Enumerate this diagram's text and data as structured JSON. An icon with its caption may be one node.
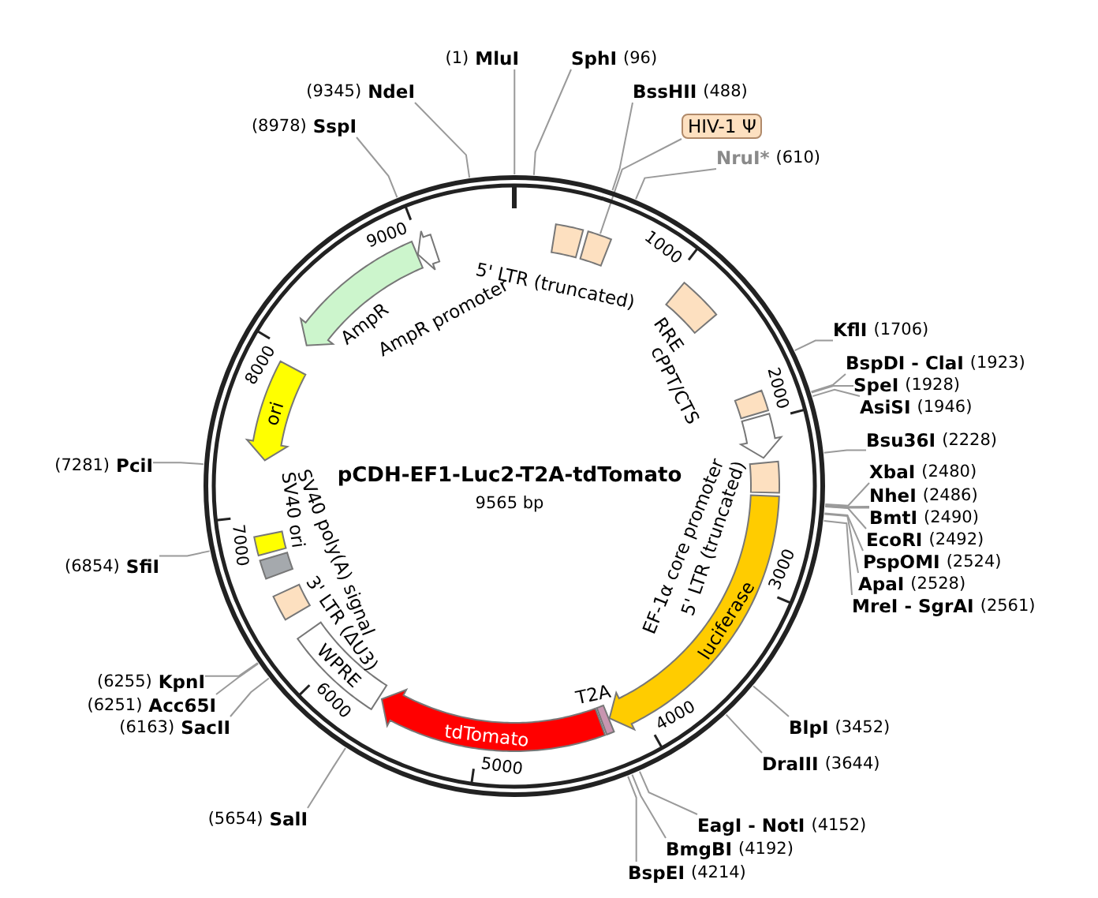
{
  "diagram": {
    "title": "pCDH-EF1-Luc2-T2A-tdTomato",
    "nodes": [
      {
        "text": [],
        "shape": "circle"
      },
      {
        "text": [
          "MluI"
        ],
        "beside": [
          "(1)"
        ]
      },
      {
        "text": [
          "NdeI"
        ],
        "beside": [
          "(9345)"
        ]
      },
      {
        "text": [
          "SspI"
        ],
        "beside": [
          "(8978)"
        ]
      },
      {
        "text": [
          "SphI"
        ],
        "beside": [
          "(96)"
        ]
      },
      {
        "text": [
          "BssHII"
        ],
        "beside": [
          "(488)"
        ]
      },
      {
        "text": [
          "HIV-1 Ψ"
        ]
      },
      {
        "text": [
          "NruI*"
        ],
        "beside": [
          "(610)"
        ]
      },
      {
        "text": [
          "KflI"
        ],
        "beside": [
          "(1706)"
        ]
      },
      {
        "text": [
          "BspDI - ClaI"
        ],
        "beside": [
          "(1923)"
        ]
      },
      {
        "text": [
          "SpeI"
        ],
        "beside": [
          "(1928)"
        ]
      },
      {
        "text": [
          "AsiSI"
        ],
        "beside": [
          "(1946)"
        ]
      },
      {
        "text": [
          "Bsu36I"
        ],
        "beside": [
          "(2228)"
        ]
      },
      {
        "text": [
          "XbaI"
        ],
        "beside": [
          "(2480)"
        ]
      },
      {
        "text": [
          "NheI"
        ],
        "beside": [
          "(2486)"
        ]
      },
      {
        "text": [
          "BmtI"
        ],
        "beside": [
          "(2490)"
        ]
      },
      {
        "text": [
          "EcoRI"
        ],
        "beside": [
          "(2492)"
        ]
      },
      {
        "text": [
          "PspOMI"
        ],
        "beside": [
          "(2524)"
        ]
      },
      {
        "text": [
          "ApaI"
        ],
        "beside": [
          "(2528)"
        ]
      },
      {
        "text": [
          "MreI - SgrAI"
        ],
        "beside": [
          "(2561)"
        ]
      },
      {
        "text": [
          "BlpI"
        ],
        "beside": [
          "(3452)"
        ]
      },
      {
        "text": [
          "DraIII"
        ],
        "beside": [
          "(3644)"
        ]
      },
      {
        "text": [
          "EagI - NotI"
        ],
        "beside": [
          "(4152)"
        ]
      },
      {
        "text": [
          "BmgBI"
        ],
        "beside": [
          "(4192)"
        ]
      },
      {
        "text": [
          "BspEI"
        ],
        "beside": [
          "(4214)"
        ]
      },
      {
        "text": [
          "SalI"
        ],
        "beside": [
          "(5654)"
        ]
      },
      {
        "text": [
          "SacII"
        ],
        "beside": [
          "(6163)"
        ]
      },
      {
        "text": [
          "Acc65I"
        ],
        "beside": [
          "(6251)"
        ]
      },
      {
        "text": [
          "KpnI"
        ],
        "beside": [
          "(6255)"
        ]
      },
      {
        "text": [
          "SfiI"
        ],
        "beside": [
          "(6854)"
        ]
      },
      {
        "text": [
          "PciI"
        ],
        "beside": [
          "(7281)"
        ]
      },
      {
        "text": [
          "5' LTR (truncated)"
        ],
        "in": 0
      },
      {
        "text": [],
        "shape": "box",
        "in": 0
      },
      {
        "text": [
          "RRE"
        ],
        "in": 0
      },
      {
        "text": [
          "cPPT/CTS"
        ],
        "in": 0
      },
      {
        "text": [
          "EF-1α core promoter"
        ],
        "in": 0
      },
      {
        "text": [
          "5' LTR (truncated)"
        ],
        "in": 0
      },
      {
        "text": [
          "luciferase"
        ],
        "in": 0
      },
      {
        "text": [
          "T2A"
        ],
        "in": 0
      },
      {
        "text": [
          "tdTomato"
        ],
        "in": 0
      },
      {
        "text": [
          "WPRE"
        ],
        "in": 0
      },
      {
        "text": [
          "3' LTR (ΔU3)"
        ],
        "in": 0
      },
      {
        "text": [
          "SV40 poly(A) signal"
        ],
        "in": 0
      },
      {
        "text": [
          "SV40 ori"
        ],
        "in": 0
      },
      {
        "text": [
          "ori"
        ],
        "in": 0
      },
      {
        "text": [
          "AmpR"
        ],
        "in": 0
      },
      {
        "text": [
          "AmpR promoter"
        ],
        "in": 0
      }
    ],
    "edges": [
      {
        "from": 1,
        "to": 0,
        "arrow": "none"
      },
      {
        "from": 2,
        "to": 0,
        "arrow": "none"
      },
      {
        "from": 3,
        "to": 0,
        "arrow": "none"
      },
      {
        "from": 4,
        "to": 0,
        "arrow": "none"
      },
      {
        "from": 5,
        "to": 0,
        "arrow": "none"
      },
      {
        "from": 6,
        "to": 32,
        "arrow": "none"
      },
      {
        "from": 7,
        "to": 0,
        "arrow": "none"
      },
      {
        "from": 8,
        "to": 0,
        "arrow": "none"
      },
      {
        "from": 9,
        "to": 0,
        "arrow": "none"
      },
      {
        "from": 10,
        "to": 0,
        "arrow": "none"
      },
      {
        "from": 11,
        "to": 0,
        "arrow": "none"
      },
      {
        "from": 12,
        "to": 0,
        "arrow": "none"
      },
      {
        "from": 13,
        "to": 0,
        "arrow": "none"
      },
      {
        "from": 14,
        "to": 0,
        "arrow": "none"
      },
      {
        "from": 15,
        "to": 0,
        "arrow": "none"
      },
      {
        "from": 16,
        "to": 0,
        "arrow": "none"
      },
      {
        "from": 17,
        "to": 0,
        "arrow": "none"
      },
      {
        "from": 18,
        "to": 0,
        "arrow": "none"
      },
      {
        "from": 19,
        "to": 0,
        "arrow": "none"
      },
      {
        "from": 20,
        "to": 0,
        "arrow": "none"
      },
      {
        "from": 21,
        "to": 0,
        "arrow": "none"
      },
      {
        "from": 22,
        "to": 0,
        "arrow": "none"
      },
      {
        "from": 23,
        "to": 0,
        "arrow": "none"
      },
      {
        "from": 24,
        "to": 0,
        "arrow": "none"
      },
      {
        "from": 25,
        "to": 0,
        "arrow": "none"
      },
      {
        "from": 26,
        "to": 0,
        "arrow": "none"
      },
      {
        "from": 27,
        "to": 0,
        "arrow": "none"
      },
      {
        "from": 28,
        "to": 0,
        "arrow": "none"
      },
      {
        "from": 29,
        "to": 0,
        "arrow": "none"
      },
      {
        "from": 30,
        "to": 0,
        "arrow": "none"
      }
    ],
    "labels": [
      "9565 bp",
      "1000",
      "2000",
      "3000",
      "4000",
      "5000",
      "6000",
      "7000",
      "8000",
      "9000"
    ]
  }
}
